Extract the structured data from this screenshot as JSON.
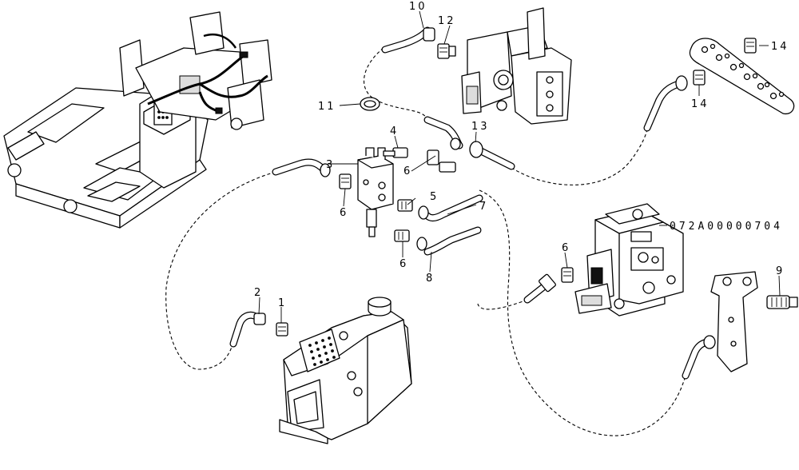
{
  "callouts": {
    "c1": "1",
    "c2": "2",
    "c3": "3",
    "c4": "4",
    "c5": "5",
    "c6a": "6",
    "c6b": "6",
    "c6c": "6",
    "c6d": "6",
    "c7": "7",
    "c8": "8",
    "c9": "9",
    "c10": "10",
    "c11": "11",
    "c12": "12",
    "c13": "13",
    "c14a": "14",
    "c14b": "14"
  },
  "reference_code": "072A00000704"
}
